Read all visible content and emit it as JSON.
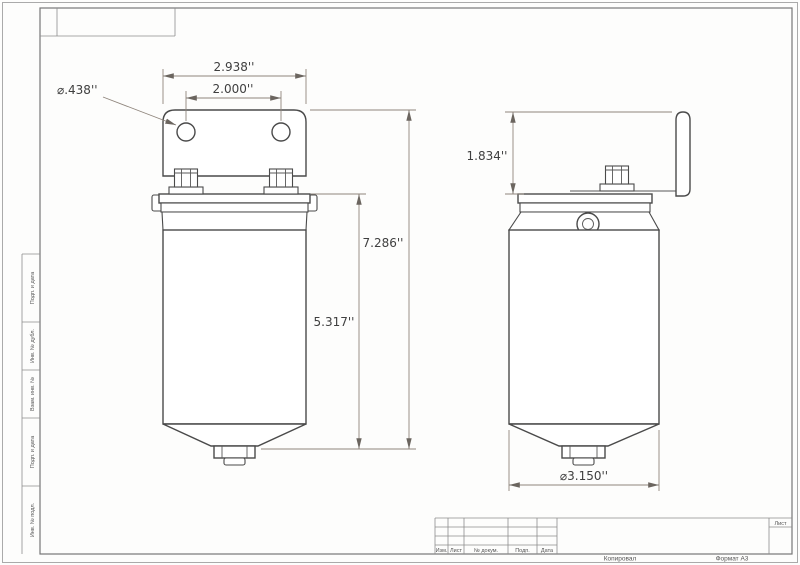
{
  "dimensions": {
    "bracket_width": "2.938''",
    "hole_spacing": "2.000''",
    "hole_diameter": "⌀.438''",
    "overall_height": "7.286''",
    "body_height": "5.317''",
    "bracket_height": "1.834''",
    "body_diameter": "⌀3.150''"
  },
  "margin_labels": {
    "podp_data_1": "Подп. и дата",
    "inv_dubl": "Инв. № дубл.",
    "vzam_inv": "Взам. инв. №",
    "podp_data_2": "Подп. и дата",
    "inv_podl": "Инв. № подл."
  },
  "title_block": {
    "col_izm": "Изм.",
    "col_list": "Лист",
    "col_doc": "№ докум.",
    "col_podp": "Подп.",
    "col_data": "Дата",
    "sheet_label": "Лист"
  },
  "footer": {
    "copied": "Копировал",
    "format": "Формат A3"
  }
}
